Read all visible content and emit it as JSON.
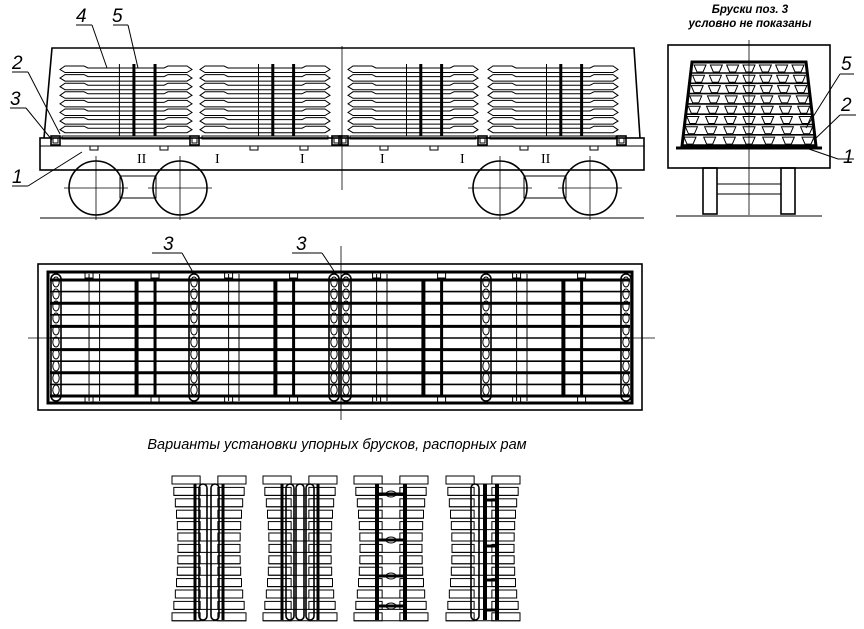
{
  "labels": {
    "side_view": {
      "n4": "4",
      "n5": "5",
      "n2": "2",
      "n3": "3",
      "n1": "1"
    },
    "end_view": {
      "n5": "5",
      "n2": "2",
      "n1": "1"
    },
    "top_view": {
      "n3_left": "3",
      "n3_right": "3"
    }
  },
  "sections": [
    "II",
    "I",
    "I",
    "I",
    "I",
    "II"
  ],
  "note": {
    "line1": "Бруски поз. 3",
    "line2": "условно не показаны"
  },
  "caption": "Варианты установки упорных брусков, распорных рам"
}
